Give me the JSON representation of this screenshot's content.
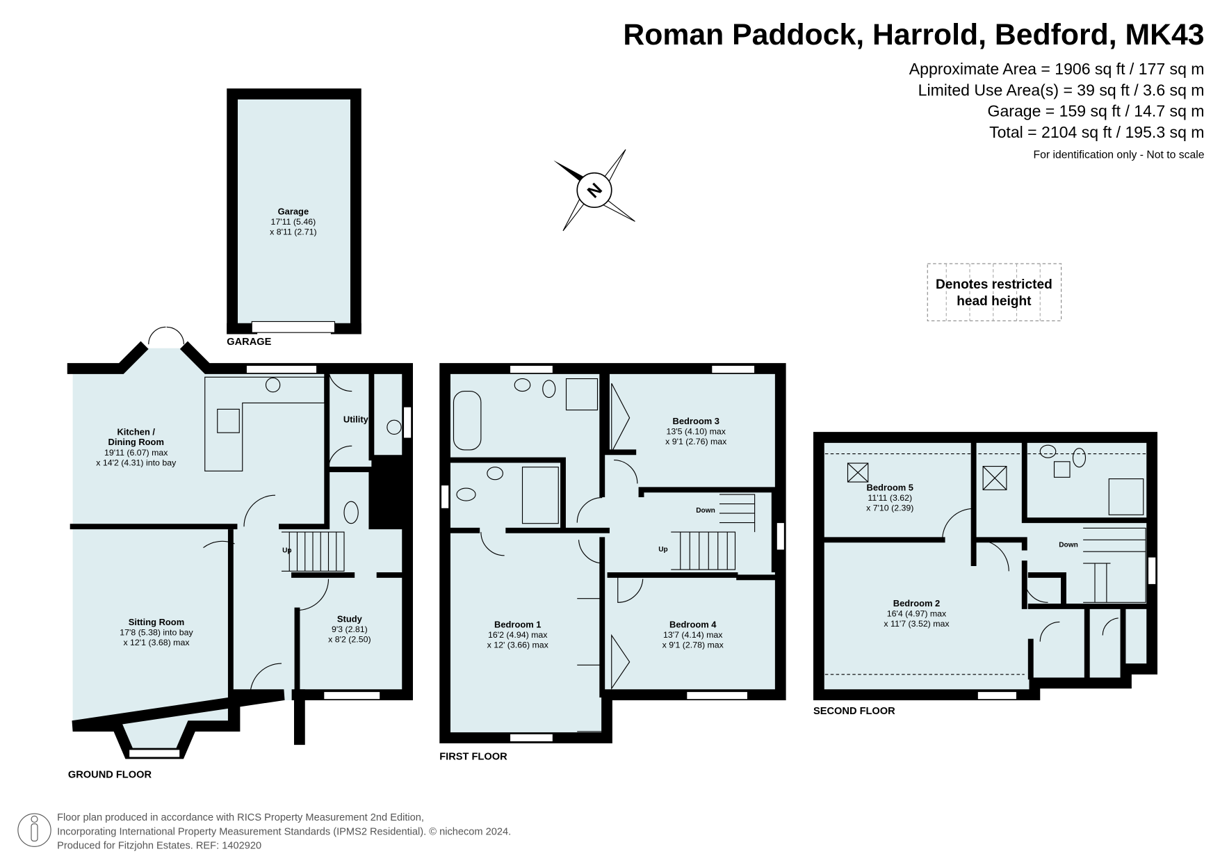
{
  "header": {
    "title": "Roman Paddock, Harrold, Bedford, MK43",
    "areas": [
      "Approximate Area = 1906 sq ft / 177 sq m",
      "Limited Use Area(s) = 39 sq ft / 3.6 sq m",
      "Garage = 159 sq ft / 14.7 sq m",
      "Total = 2104 sq ft / 195.3 sq m"
    ],
    "note": "For identification only - Not to scale"
  },
  "legend": {
    "restricted_line1": "Denotes restricted",
    "restricted_line2": "head height"
  },
  "compass": {
    "label": "N",
    "icon": "compass-north-icon"
  },
  "floors": {
    "garage": "GARAGE",
    "ground": "GROUND FLOOR",
    "first": "FIRST FLOOR",
    "second": "SECOND FLOOR"
  },
  "rooms": [
    {
      "name": "Garage",
      "dims": [
        "17'11 (5.46)",
        "x 8'11 (2.71)"
      ]
    },
    {
      "name": "Kitchen /",
      "name2": "Dining Room",
      "dims": [
        "19'11 (6.07) max",
        "x 14'2 (4.31) into bay"
      ]
    },
    {
      "name": "Utility",
      "dims": []
    },
    {
      "name": "Sitting Room",
      "dims": [
        "17'8 (5.38) into bay",
        "x 12'1 (3.68) max"
      ]
    },
    {
      "name": "Study",
      "dims": [
        "9'3 (2.81)",
        "x 8'2 (2.50)"
      ]
    },
    {
      "name": "Bedroom 3",
      "dims": [
        "13'5 (4.10) max",
        "x 9'1 (2.76) max"
      ]
    },
    {
      "name": "Bedroom 1",
      "dims": [
        "16'2 (4.94) max",
        "x 12' (3.66) max"
      ]
    },
    {
      "name": "Bedroom 4",
      "dims": [
        "13'7 (4.14) max",
        "x 9'1 (2.78) max"
      ]
    },
    {
      "name": "Bedroom 5",
      "dims": [
        "11'11 (3.62)",
        "x 7'10 (2.39)"
      ]
    },
    {
      "name": "Bedroom 2",
      "dims": [
        "16'4 (4.97) max",
        "x 11'7 (3.52) max"
      ]
    }
  ],
  "stairs": [
    "Up",
    "Up",
    "Down",
    "Down"
  ],
  "footer": {
    "line1": "Floor plan produced in accordance with RICS Property Measurement 2nd Edition,",
    "line2": "Incorporating International Property Measurement Standards (IPMS2 Residential).   © nichecom 2024.",
    "line3": "Produced for Fitzjohn Estates.   REF: 1402920"
  }
}
